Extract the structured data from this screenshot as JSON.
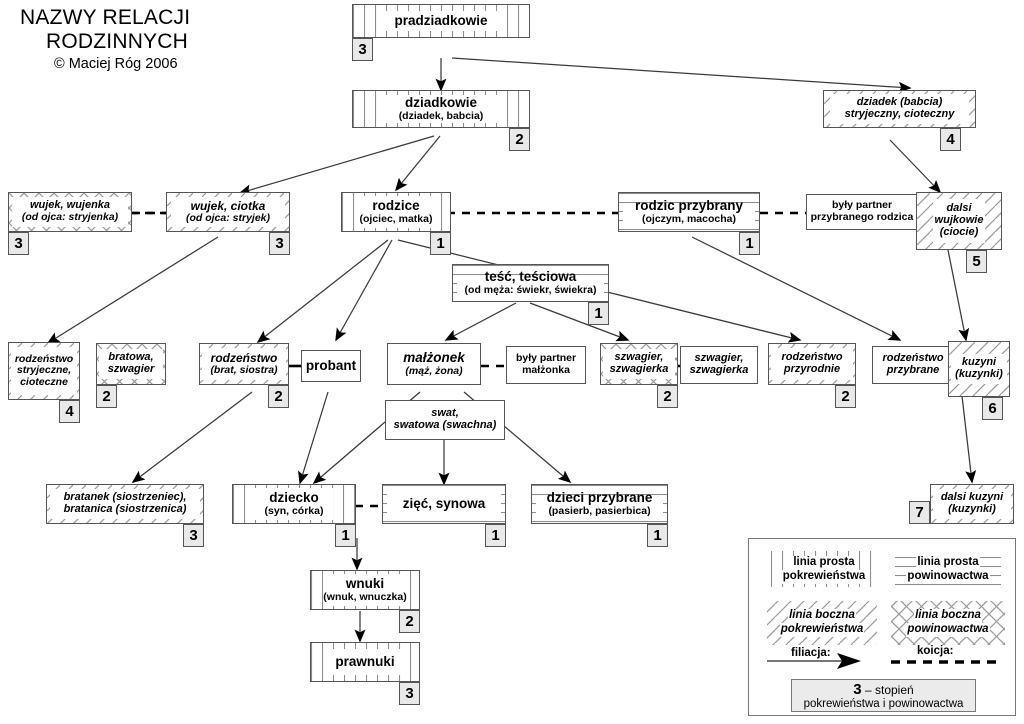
{
  "title": {
    "line1": "NAZWY RELACJI",
    "line2": "RODZINNYCH",
    "copyright": "© Maciej Róg 2006"
  },
  "patterns": {
    "vertical": "linia prosta pokrewieństwa",
    "horizontal": "linia prosta powinowactwa",
    "diagonal": "linia boczna pokrewieństwa",
    "crosshatch": "linia boczna powinowactwa",
    "plain": "brak wypełnienia"
  },
  "colors": {
    "stroke": "#555555",
    "pattern": "#999999",
    "badge_bg": "#e9e9e9",
    "background": "#ffffff"
  },
  "nodes": [
    {
      "id": "pradziadkowie",
      "label": "pradziadkowie",
      "sub": "",
      "degree": "3",
      "fill": "vertical",
      "deg_side": "left"
    },
    {
      "id": "dziadkowie",
      "label": "dziadkowie",
      "sub": "(dziadek, babcia)",
      "degree": "2",
      "fill": "vertical",
      "deg_side": "right"
    },
    {
      "id": "dziadek-stryjeczny",
      "label": "dziadek (babcia)",
      "sub": "stryjeczny, cioteczny",
      "degree": "4",
      "fill": "diagonal",
      "deg_side": "right"
    },
    {
      "id": "wujek-wujenka",
      "label": "wujek, wujenka",
      "sub": "(od ojca: stryjenka)",
      "degree": "3",
      "fill": "crosshatch",
      "deg_side": "left"
    },
    {
      "id": "wujek-ciotka",
      "label": "wujek, ciotka",
      "sub": "(od ojca: stryjek)",
      "degree": "3",
      "fill": "diagonal",
      "deg_side": "right"
    },
    {
      "id": "rodzice",
      "label": "rodzice",
      "sub": "(ojciec, matka)",
      "degree": "1",
      "fill": "vertical",
      "deg_side": "right"
    },
    {
      "id": "rodzic-przybrany",
      "label": "rodzic przybrany",
      "sub": "(ojczym, macocha)",
      "degree": "1",
      "fill": "horizontal",
      "deg_side": "right"
    },
    {
      "id": "byly-partner-rodzica",
      "label": "były partner",
      "sub": "przybranego rodzica",
      "degree": "",
      "fill": "plain",
      "deg_side": ""
    },
    {
      "id": "dalsi-wujkowie",
      "label": "dalsi",
      "sub": "wujkowie\n(ciocie)",
      "degree": "5",
      "fill": "diagonal",
      "deg_side": "right"
    },
    {
      "id": "tesc-tesciowa",
      "label": "teść, teściowa",
      "sub": "(od męża: świekr, świekra)",
      "degree": "1",
      "fill": "horizontal",
      "deg_side": "right"
    },
    {
      "id": "rodzenstwo-stryjeczne",
      "label": "rodzeństwo",
      "sub": "stryjeczne,\ncioteczne",
      "degree": "4",
      "fill": "diagonal",
      "deg_side": "right"
    },
    {
      "id": "bratowa-szwagier",
      "label": "bratowa,",
      "sub": "szwagier",
      "degree": "2",
      "fill": "crosshatch",
      "deg_side": "left"
    },
    {
      "id": "rodzenstwo",
      "label": "rodzeństwo",
      "sub": "(brat, siostra)",
      "degree": "2",
      "fill": "diagonal",
      "deg_side": "right"
    },
    {
      "id": "probant",
      "label": "probant",
      "sub": "",
      "degree": "",
      "fill": "plain",
      "deg_side": ""
    },
    {
      "id": "malzonek",
      "label": "małżonek",
      "sub": "(mąż, żona)",
      "degree": "",
      "fill": "plain",
      "deg_side": ""
    },
    {
      "id": "byly-partner-malzonka",
      "label": "były partner",
      "sub": "małżonka",
      "degree": "",
      "fill": "plain",
      "deg_side": ""
    },
    {
      "id": "szwagier-szwagierka-1",
      "label": "szwagier,",
      "sub": "szwagierka",
      "degree": "2",
      "fill": "crosshatch",
      "deg_side": "right"
    },
    {
      "id": "szwagier-szwagierka-2",
      "label": "szwagier,",
      "sub": "szwagierka",
      "degree": "",
      "fill": "plain",
      "deg_side": ""
    },
    {
      "id": "rodzenstwo-przyrodnie",
      "label": "rodzeństwo",
      "sub": "przyrodnie",
      "degree": "2",
      "fill": "diagonal",
      "deg_side": "right"
    },
    {
      "id": "rodzenstwo-przybrane",
      "label": "rodzeństwo",
      "sub": "przybrane",
      "degree": "",
      "fill": "plain",
      "deg_side": ""
    },
    {
      "id": "kuzyni",
      "label": "kuzyni",
      "sub": "(kuzynki)",
      "degree": "6",
      "fill": "diagonal",
      "deg_side": "right"
    },
    {
      "id": "swat-swatowa",
      "label": "swat,",
      "sub": "swatowa (swachna)",
      "degree": "",
      "fill": "plain",
      "deg_side": ""
    },
    {
      "id": "bratanek-bratanica",
      "label": "bratanek (siostrzeniec),",
      "sub": "bratanica (siostrzenica)",
      "degree": "3",
      "fill": "diagonal",
      "deg_side": "right"
    },
    {
      "id": "dziecko",
      "label": "dziecko",
      "sub": "(syn, córka)",
      "degree": "1",
      "fill": "vertical",
      "deg_side": "right"
    },
    {
      "id": "ziec-synowa",
      "label": "zięć, synowa",
      "sub": "",
      "degree": "1",
      "fill": "horizontal",
      "deg_side": "right"
    },
    {
      "id": "dzieci-przybrane",
      "label": "dzieci przybrane",
      "sub": "(pasierb, pasierbica)",
      "degree": "1",
      "fill": "horizontal",
      "deg_side": "right"
    },
    {
      "id": "dalsi-kuzyni",
      "label": "dalsi kuzyni",
      "sub": "(kuzynki)",
      "degree": "7",
      "fill": "diagonal",
      "deg_side": "left"
    },
    {
      "id": "wnuki",
      "label": "wnuki",
      "sub": "(wnuk, wnuczka)",
      "degree": "2",
      "fill": "vertical",
      "deg_side": "right"
    },
    {
      "id": "prawnuki",
      "label": "prawnuki",
      "sub": "",
      "degree": "3",
      "fill": "vertical",
      "deg_side": "right"
    }
  ],
  "legend": {
    "items": [
      {
        "id": "linia-prosta-pokrewienstwa",
        "line1": "linia prosta",
        "line2": "pokrewieństwa",
        "fill": "vertical"
      },
      {
        "id": "linia-prosta-powinowactwa",
        "line1": "linia prosta",
        "line2": "powinowactwa",
        "fill": "horizontal"
      },
      {
        "id": "linia-boczna-pokrewienstwa",
        "line1": "linia boczna",
        "line2": "pokrewieństwa",
        "fill": "diagonal"
      },
      {
        "id": "linia-boczna-powinowactwa",
        "line1": "linia boczna",
        "line2": "powinowactwa",
        "fill": "crosshatch"
      }
    ],
    "filiacja_label": "filiacja:",
    "koicja_label": "koicja:",
    "degree_number": "3",
    "degree_dash": "– stopień",
    "degree_text": "pokrewieństwa i powinowactwa"
  }
}
